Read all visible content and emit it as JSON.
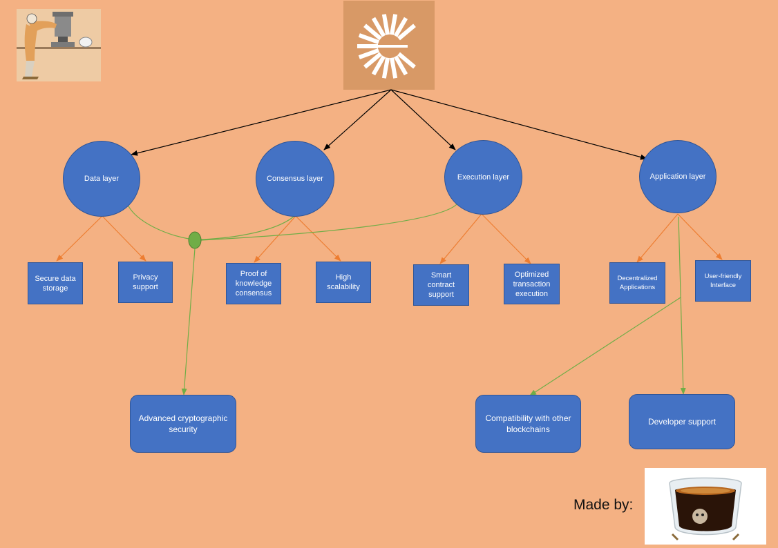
{
  "diagram": {
    "root": {
      "icon": "sunburst-logo-icon"
    },
    "layers": [
      {
        "id": "data",
        "label": "Data layer"
      },
      {
        "id": "consensus",
        "label": "Consensus layer"
      },
      {
        "id": "execution",
        "label": "Execution layer"
      },
      {
        "id": "application",
        "label": "Application layer"
      }
    ],
    "features": {
      "secure_data_storage": "Secure data storage",
      "privacy_support": "Privacy support",
      "proof_of_knowledge": "Proof of knowledge consensus",
      "high_scalability": "High scalability",
      "smart_contract_support": "Smart contract support",
      "optimized_execution": "Optimized transaction execution",
      "decentralized_apps": "Decentralized Applications",
      "user_friendly_interface": "User-friendly Interface"
    },
    "outcomes": {
      "advanced_security": "Advanced cryptographic security",
      "compatibility": "Compatibility with other blockchains",
      "developer_support": "Developer support"
    },
    "colors": {
      "background": "#F4B183",
      "node_fill": "#4472C4",
      "node_border": "#2F5597",
      "root_edge": "#000000",
      "feature_edge": "#ED7D31",
      "outcome_edge": "#70AD47",
      "junction": "#70AD47"
    }
  },
  "decor": {
    "top_left": {
      "icon": "coffee-machine-illustration-icon"
    },
    "signature": {
      "label": "Made by:",
      "icon": "espresso-cup-photo-icon"
    }
  }
}
